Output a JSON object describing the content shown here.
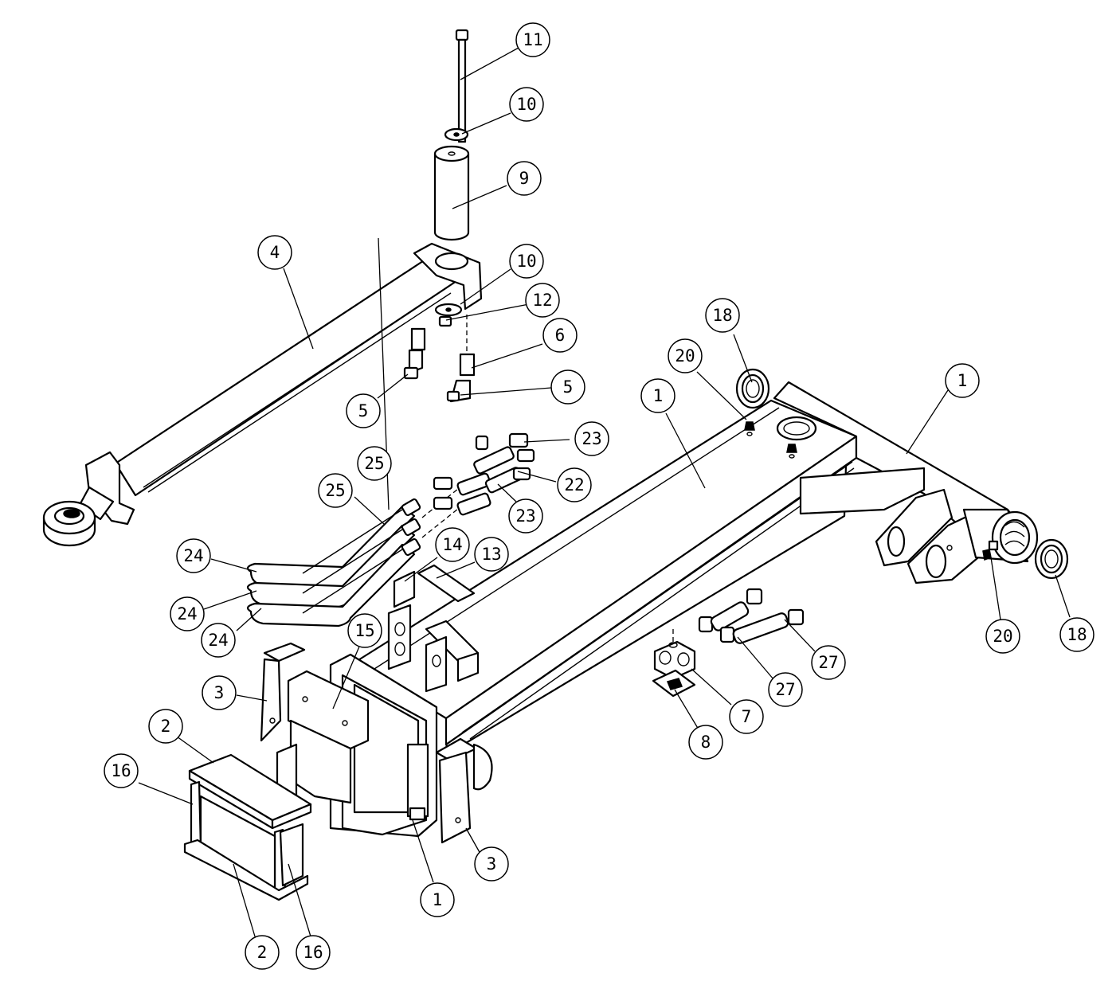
{
  "colors": {
    "line": "#000000",
    "background": "#ffffff"
  },
  "callouts": [
    "11",
    "10",
    "9",
    "4",
    "10",
    "12",
    "6",
    "5",
    "5",
    "18",
    "20",
    "1",
    "1",
    "23",
    "22",
    "23",
    "25",
    "25",
    "24",
    "24",
    "24",
    "14",
    "13",
    "15",
    "3",
    "2",
    "16",
    "2",
    "16",
    "1",
    "3",
    "7",
    "8",
    "27",
    "27",
    "20",
    "18"
  ]
}
